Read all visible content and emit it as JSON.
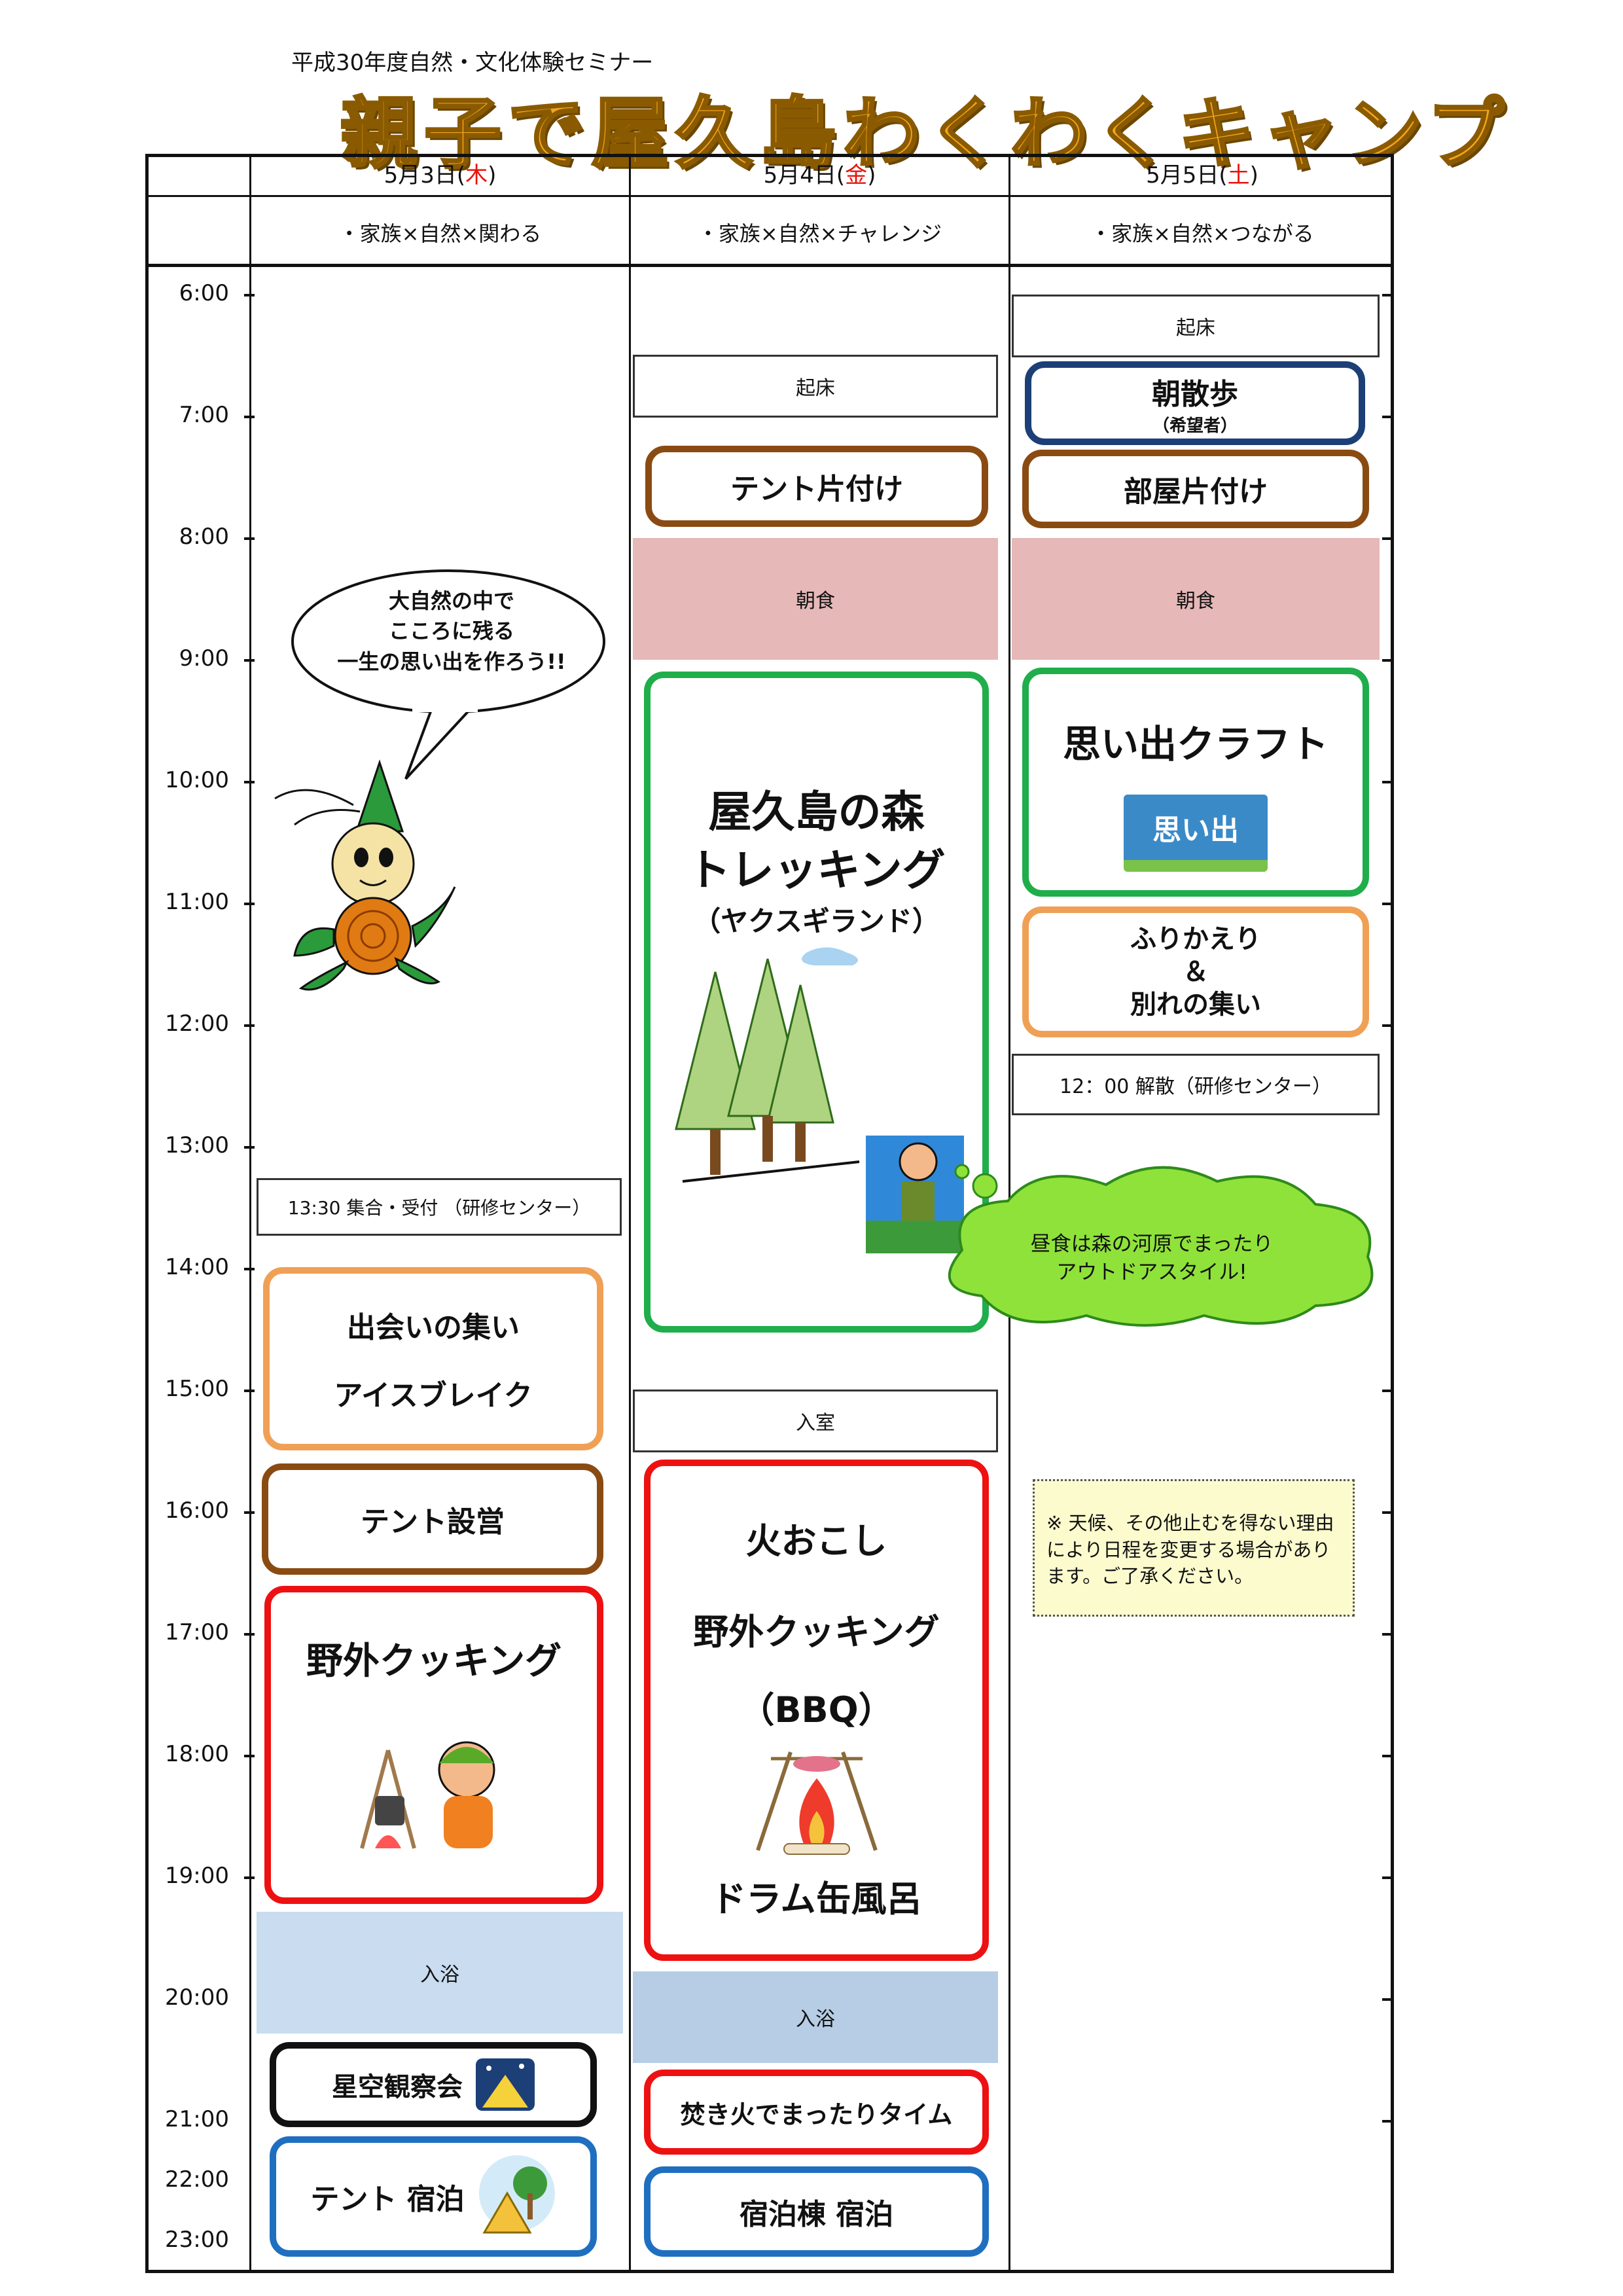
{
  "header": {
    "subtitle": "平成30年度自然・文化体験セミナー",
    "title": "親子で屋久島わくわくキャンプ"
  },
  "days": [
    {
      "date": "5月3日(",
      "weekday": "木",
      "close": ")",
      "theme": "・家族×自然×関わる"
    },
    {
      "date": "5月4日(",
      "weekday": "金",
      "close": ")",
      "theme": "・家族×自然×チャレンジ"
    },
    {
      "date": "5月5日(",
      "weekday": "土",
      "close": ")",
      "theme": "・家族×自然×つながる"
    }
  ],
  "times": [
    "6:00",
    "7:00",
    "8:00",
    "9:00",
    "10:00",
    "11:00",
    "12:00",
    "13:00",
    "14:00",
    "15:00",
    "16:00",
    "17:00",
    "18:00",
    "19:00",
    "20:00",
    "21:00",
    "22:00",
    "23:00"
  ],
  "day1": {
    "speech": "大自然の中で\nこころに残る\n一生の思い出を作ろう!!",
    "gather": "13:30 集合・受付 （研修センター）",
    "meet1": "出会いの集い",
    "meet2": "アイスブレイク",
    "tent": "テント設営",
    "cooking": "野外クッキング",
    "bath": "入浴",
    "star": "星空観察会",
    "stay": "テント 宿泊"
  },
  "day2": {
    "wake": "起床",
    "tent": "テント片付け",
    "breakfast": "朝食",
    "trek1": "屋久島の森",
    "trek2": "トレッキング",
    "trek3": "（ヤクスギランド）",
    "room": "入室",
    "fire": "火おこし",
    "cook": "野外クッキング",
    "bbq": "（BBQ）",
    "drum": "ドラム缶風呂",
    "bath": "入浴",
    "campfire": "焚き火でまったりタイム",
    "lodge": "宿泊棟 宿泊"
  },
  "day3": {
    "wake": "起床",
    "walk": "朝散歩",
    "walk_note": "（希望者）",
    "room": "部屋片付け",
    "breakfast": "朝食",
    "craft": "思い出クラフト",
    "craft_badge": "思い出",
    "review1": "ふりかえり",
    "review2": "＆",
    "review3": "別れの集い",
    "dismiss": "12：00 解散（研修センター）",
    "lunch": "昼食は森の河原でまったり\nアウトドアスタイル!",
    "notice": "※ 天候、その他止むを得ない理由により日程を変更する場合があります。ご了承ください。"
  },
  "colors": {
    "title_orange": "#f3a51d",
    "breakfast_pink": "#e6b8b8",
    "bath_blue_day1": "#c9dcf0",
    "bath_blue_day2": "#b7cde6",
    "cloud_green": "#8fe23a",
    "weekday_red": "#e8130c"
  }
}
